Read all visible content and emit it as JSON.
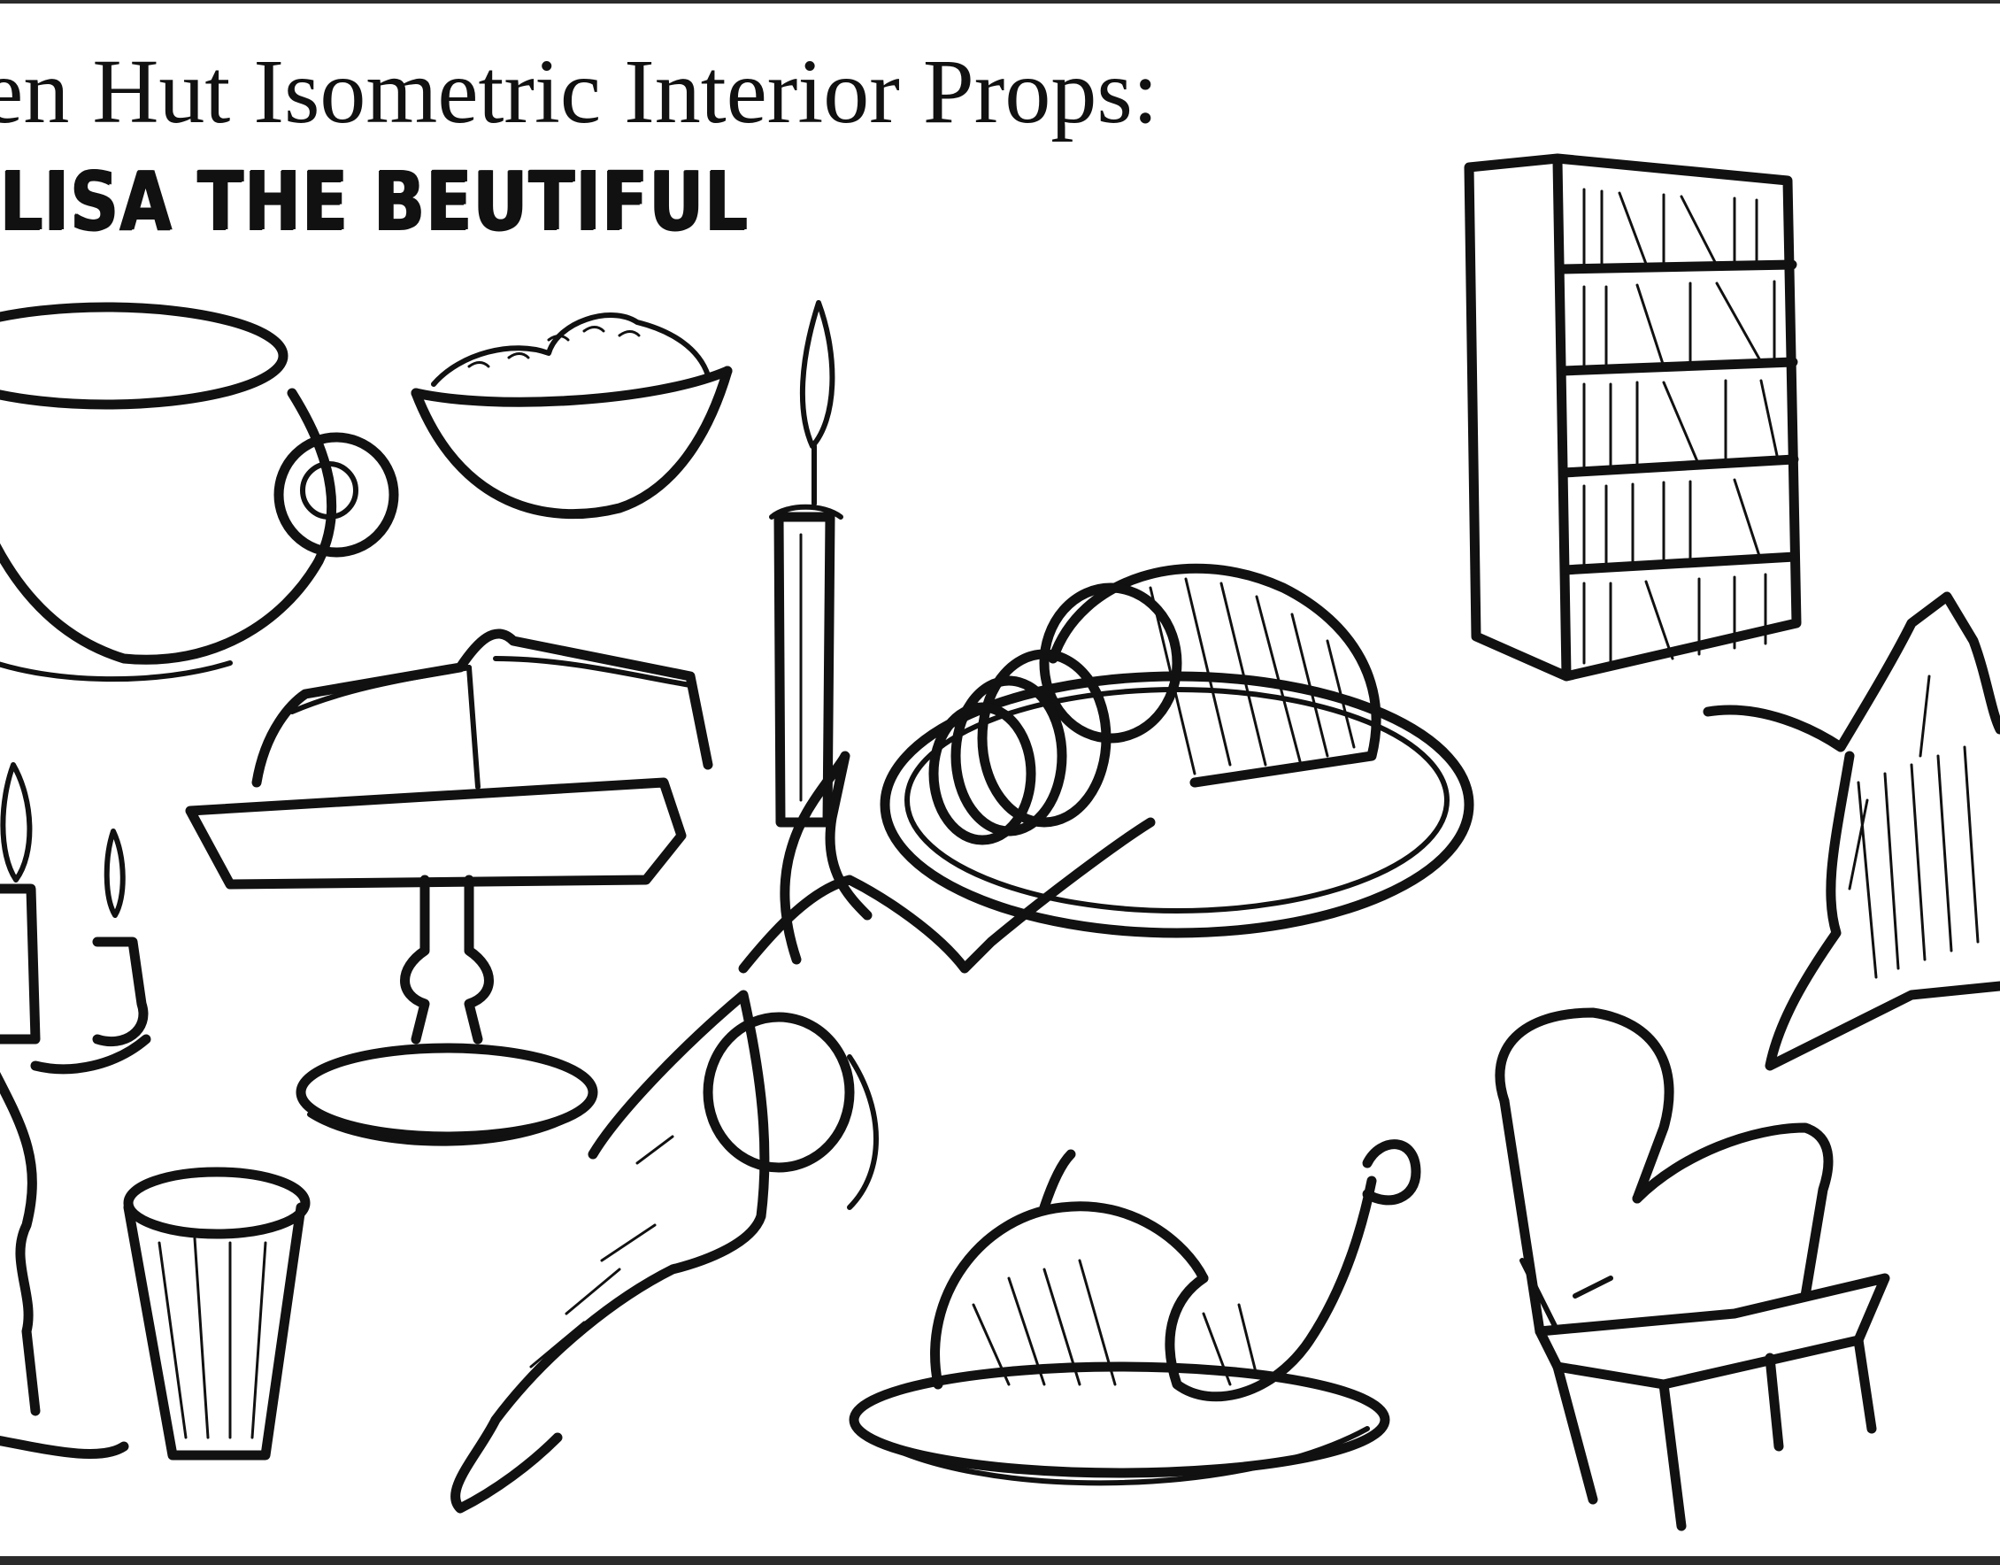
{
  "title": "eken Hut Isometric Interior Props:",
  "subtitle": "ILISA THE BEUTIFUL",
  "props": [
    {
      "name": "cauldron"
    },
    {
      "name": "bowl-of-bread"
    },
    {
      "name": "candle"
    },
    {
      "name": "bookshelf"
    },
    {
      "name": "book-stand"
    },
    {
      "name": "sliced-ham"
    },
    {
      "name": "candelabra"
    },
    {
      "name": "animal-hide-rug"
    },
    {
      "name": "goat-skull"
    },
    {
      "name": "cup"
    },
    {
      "name": "roast-chicken"
    },
    {
      "name": "chair"
    }
  ],
  "colors": {
    "ink": "#111111",
    "paper": "#ffffff",
    "frame": "#2b2b2b"
  }
}
